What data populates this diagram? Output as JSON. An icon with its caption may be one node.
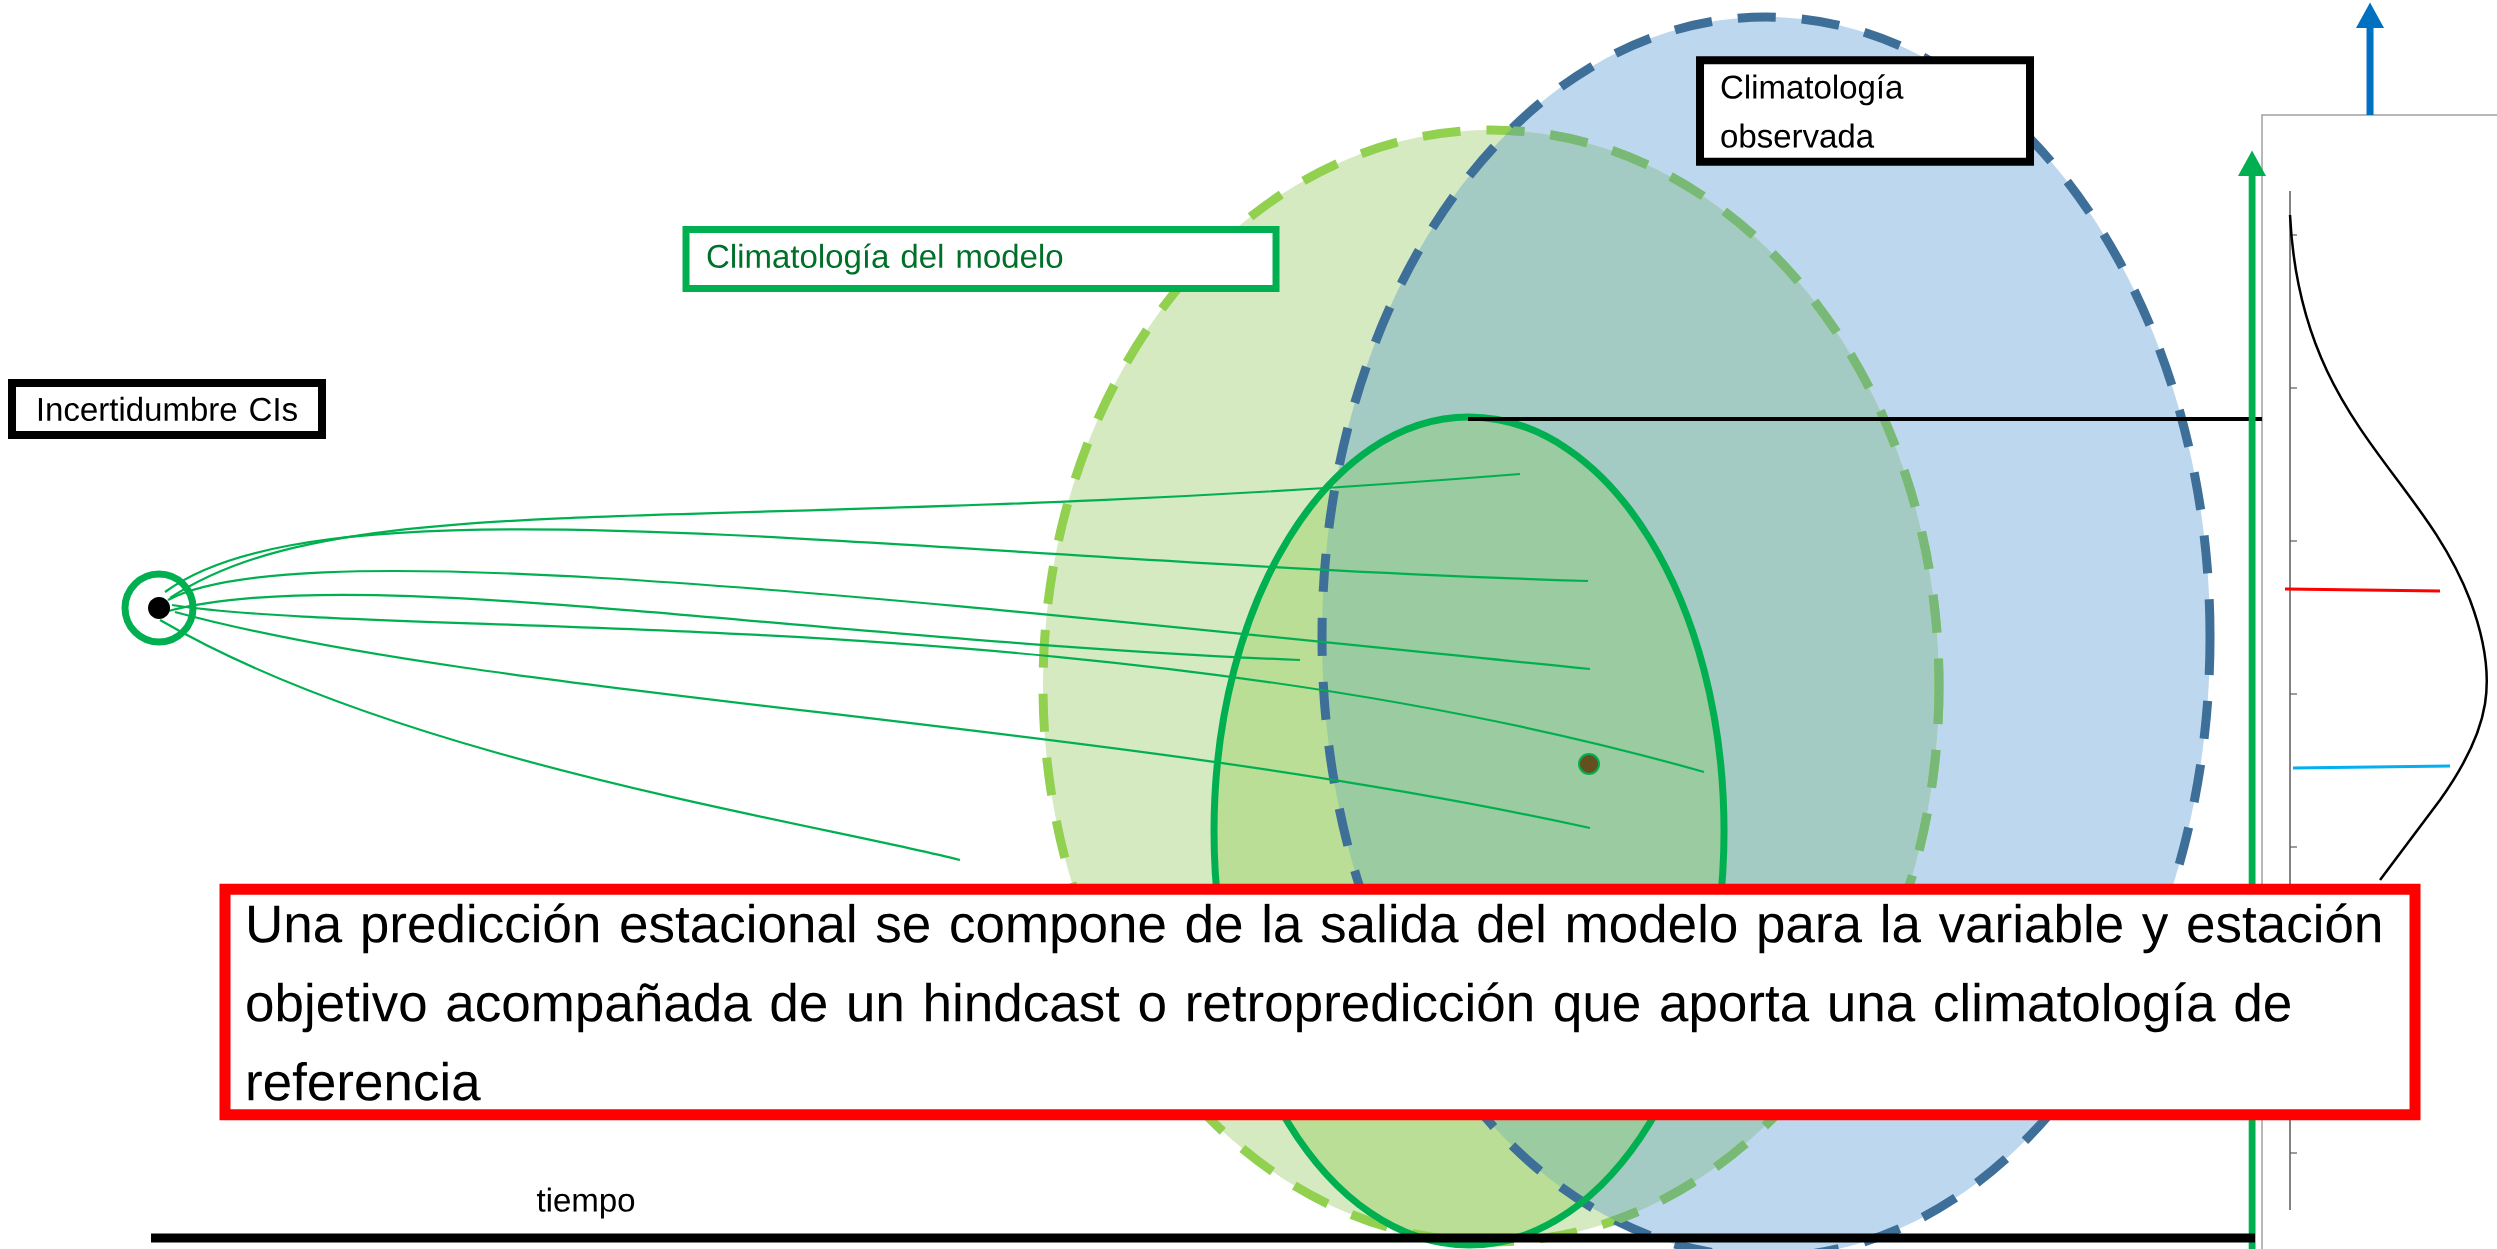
{
  "diagram": {
    "nodes": [
      {
        "text": [
          "Incertidumbre CIs"
        ]
      },
      {
        "text": [
          "Climatología del modelo"
        ]
      },
      {
        "text": [
          "Climatología observada"
        ]
      },
      {
        "text": [
          "Una predicción estacional se compone de la salida del modelo para la variable y estación objetivo acompañada de un hindcast o retropredicción que aporta una climatología de referencia"
        ]
      }
    ],
    "labels": [
      "tiempo"
    ]
  }
}
